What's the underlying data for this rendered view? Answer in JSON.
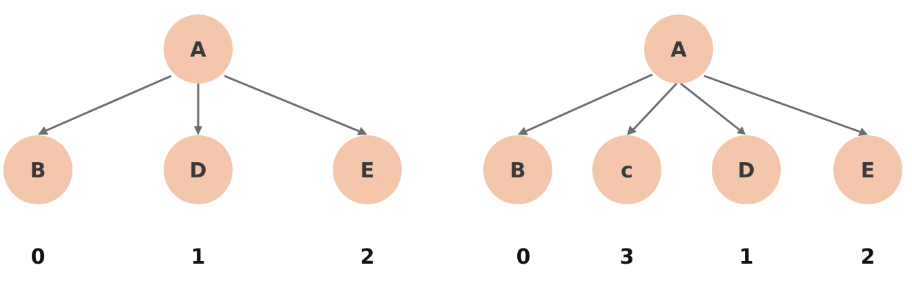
{
  "diagrams": [
    {
      "root": "A",
      "children": [
        {
          "label": "B",
          "index": "0"
        },
        {
          "label": "D",
          "index": "1"
        },
        {
          "label": "E",
          "index": "2"
        }
      ]
    },
    {
      "root": "A",
      "children": [
        {
          "label": "B",
          "index": "0"
        },
        {
          "label": "c",
          "index": "3"
        },
        {
          "label": "D",
          "index": "1"
        },
        {
          "label": "E",
          "index": "2"
        }
      ]
    }
  ],
  "colors": {
    "node_fill": "#f4c7ac",
    "node_text": "#3a3a3a",
    "edge": "#6e6e6e",
    "index_text": "#111111"
  }
}
